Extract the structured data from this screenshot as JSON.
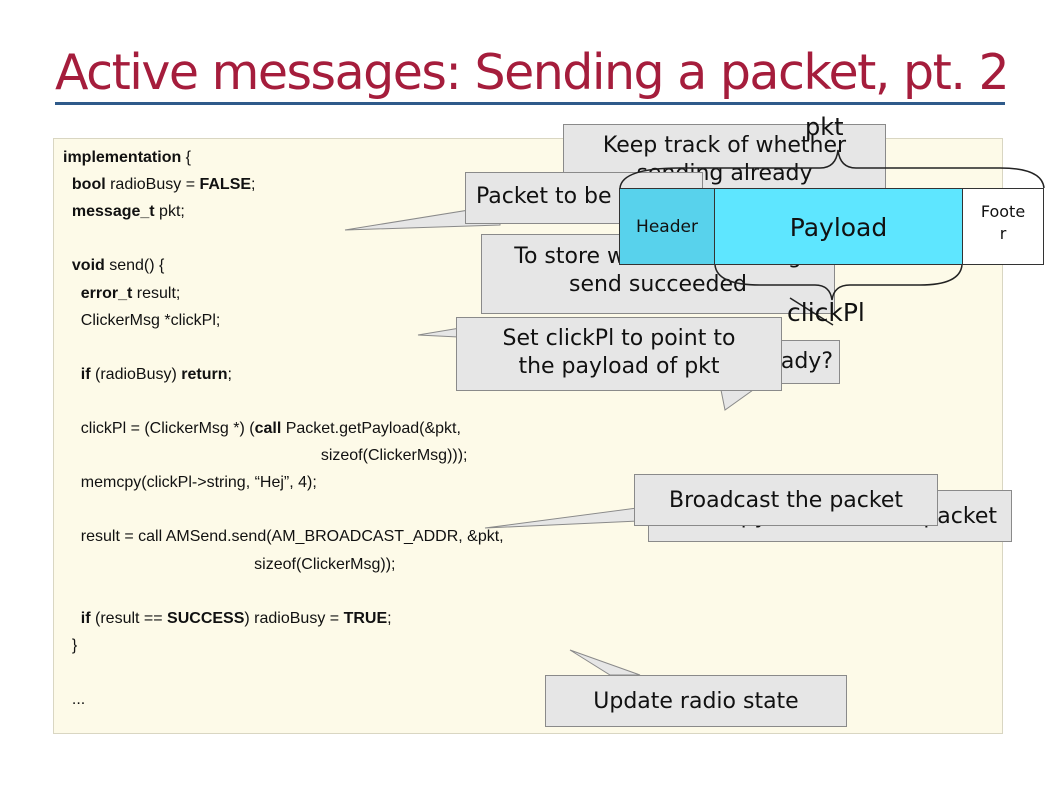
{
  "slide": {
    "title": "Active messages: Sending a packet, pt. 2"
  },
  "code": {
    "lines": [
      [
        {
          "t": "implementation",
          "b": true
        },
        {
          "t": " {"
        }
      ],
      [
        {
          "t": "  "
        },
        {
          "t": "bool",
          "b": true
        },
        {
          "t": " radioBusy = "
        },
        {
          "t": "FALSE",
          "b": true
        },
        {
          "t": ";"
        }
      ],
      [
        {
          "t": "  "
        },
        {
          "t": "message_t",
          "b": true
        },
        {
          "t": " pkt;"
        }
      ],
      [
        {
          "t": ""
        }
      ],
      [
        {
          "t": "  "
        },
        {
          "t": "void",
          "b": true
        },
        {
          "t": " send() {"
        }
      ],
      [
        {
          "t": "    "
        },
        {
          "t": "error_t",
          "b": true
        },
        {
          "t": " result;"
        }
      ],
      [
        {
          "t": "    ClickerMsg *clickPl;"
        }
      ],
      [
        {
          "t": ""
        }
      ],
      [
        {
          "t": "    "
        },
        {
          "t": "if",
          "b": true
        },
        {
          "t": " (radioBusy) "
        },
        {
          "t": "return",
          "b": true
        },
        {
          "t": ";"
        }
      ],
      [
        {
          "t": ""
        }
      ],
      [
        {
          "t": "    clickPl = (ClickerMsg *) ("
        },
        {
          "t": "call",
          "b": true
        },
        {
          "t": " Packet.getPayload(&pkt,"
        }
      ],
      [
        {
          "t": "                                                          sizeof(ClickerMsg)));"
        }
      ],
      [
        {
          "t": "    memcpy(clickPl->string, “Hej”, 4);"
        }
      ],
      [
        {
          "t": ""
        }
      ],
      [
        {
          "t": "    result = call AMSend.send(AM_BROADCAST_ADDR, &pkt,"
        }
      ],
      [
        {
          "t": "                                           sizeof(ClickerMsg));"
        }
      ],
      [
        {
          "t": ""
        }
      ],
      [
        {
          "t": "    "
        },
        {
          "t": "if",
          "b": true
        },
        {
          "t": " (result == "
        },
        {
          "t": "SUCCESS",
          "b": true
        },
        {
          "t": ") radioBusy = "
        },
        {
          "t": "TRUE",
          "b": true
        },
        {
          "t": ";"
        }
      ],
      [
        {
          "t": "  }"
        }
      ],
      [
        {
          "t": ""
        }
      ],
      [
        {
          "t": "  ..."
        }
      ]
    ]
  },
  "callouts": {
    "keep_track": "Keep track of whether",
    "keep_track_2": "sending already",
    "packet_to_be": "Packet to be",
    "to_store_1": "To store whether initiating",
    "to_store_2": "send succeeded",
    "busy_already": "busy already?",
    "set_clickpl_1": "Set clickPl to point to",
    "set_clickpl_2": "the payload of pkt",
    "copy_packet": "Copy data into the packet",
    "broadcast": "Broadcast the packet",
    "update_radio": "Update radio state"
  },
  "packet_diagram": {
    "pkt_label": "pkt",
    "header": "Header",
    "payload": "Payload",
    "footer_1": "Foote",
    "footer_2": "r",
    "clickpl_label": "clickPl"
  },
  "colors": {
    "title": "#a51d3c",
    "rule": "#2e5a8a",
    "code_bg": "#fdfae8",
    "callout_bg": "#e6e6e6",
    "payload_fill": "#5ee6ff",
    "header_fill": "#58d2ec"
  }
}
